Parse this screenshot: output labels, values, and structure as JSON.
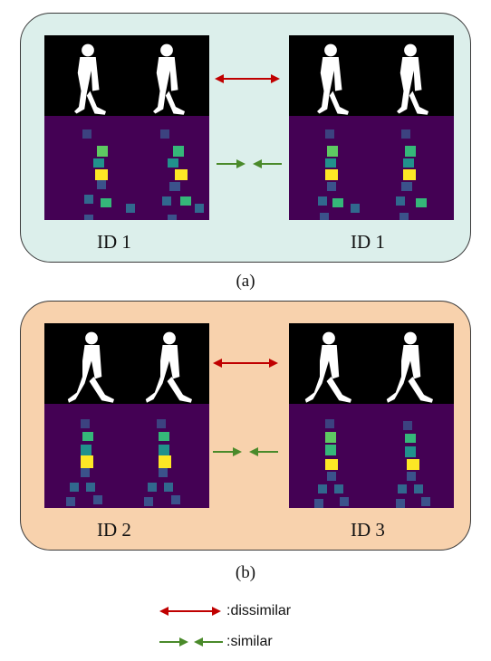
{
  "panels": [
    {
      "caption": "(a)",
      "left_id": "ID 1",
      "right_id": "ID 1",
      "background": "#dcefeb"
    },
    {
      "caption": "(b)",
      "left_id": "ID 2",
      "right_id": "ID 3",
      "background": "#f8d2ad"
    }
  ],
  "legend": {
    "dissimilar": ":dissimilar",
    "similar": ":similar"
  },
  "colors": {
    "dissimilar_arrow": "#c00000",
    "similar_arrow": "#4a8a2a",
    "heatmap_bg": "#440154"
  }
}
